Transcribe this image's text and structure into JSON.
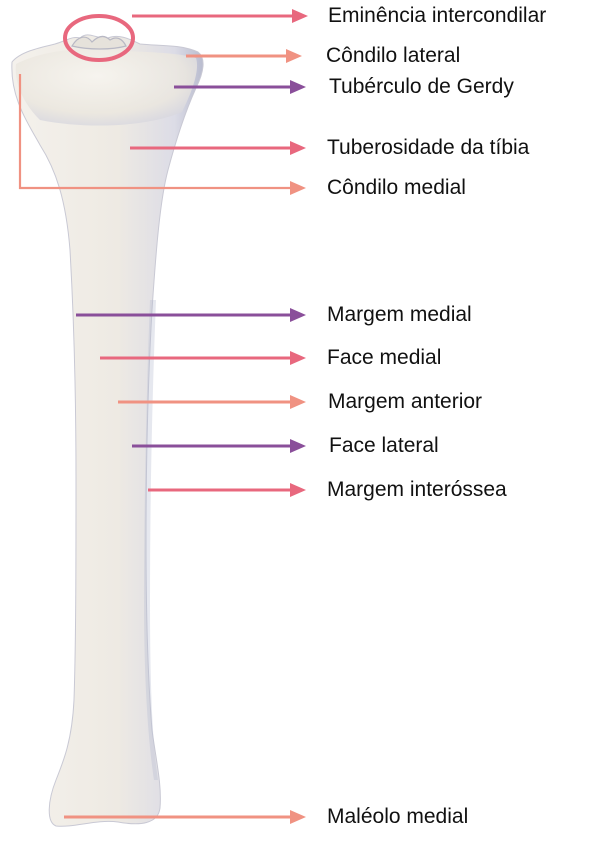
{
  "colors": {
    "coral": "#f09282",
    "pink": "#e8687e",
    "purple": "#8a4f9a",
    "bone": "#eeeae3",
    "bone_shade": "#cfd1e0",
    "text": "#111111"
  },
  "labels": [
    {
      "id": "eminencia",
      "text": "Eminência intercondilar",
      "color": "pink"
    },
    {
      "id": "condilo-lateral",
      "text": "Côndilo lateral",
      "color": "coral"
    },
    {
      "id": "tuberculo-gerdy",
      "text": "Tubérculo de Gerdy",
      "color": "purple"
    },
    {
      "id": "tuberosidade",
      "text": "Tuberosidade da tíbia",
      "color": "pink"
    },
    {
      "id": "condilo-medial",
      "text": "Côndilo medial",
      "color": "coral"
    },
    {
      "id": "margem-medial",
      "text": "Margem medial",
      "color": "purple"
    },
    {
      "id": "face-medial",
      "text": "Face medial",
      "color": "pink"
    },
    {
      "id": "margem-anterior",
      "text": "Margem anterior",
      "color": "coral"
    },
    {
      "id": "face-lateral",
      "text": "Face lateral",
      "color": "purple"
    },
    {
      "id": "margem-interossea",
      "text": "Margem interóssea",
      "color": "pink"
    },
    {
      "id": "maleolo-medial",
      "text": "Maléolo medial",
      "color": "coral"
    }
  ]
}
